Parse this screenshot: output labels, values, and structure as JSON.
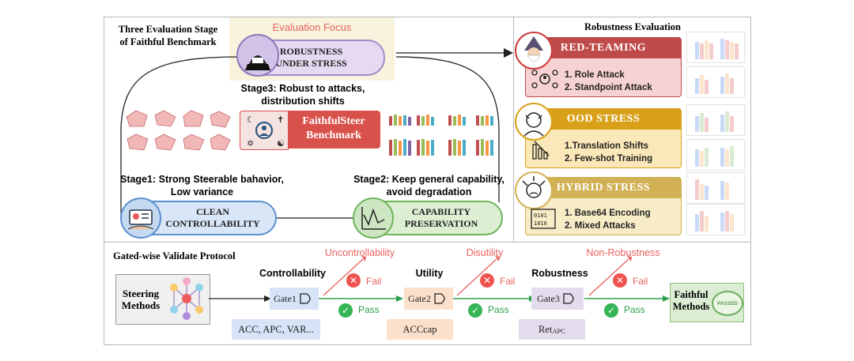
{
  "top_panel": {
    "title_line1": "Three Evaluation Stage",
    "title_line2": "of Faithful Benchmark",
    "focus_label": "Evaluation Focus",
    "robust_pill": [
      "ROBUSTNESS",
      "UNDER STRESS"
    ],
    "stage3": [
      "Stage3: Robust to attacks,",
      "distribution shifts"
    ],
    "benchmark": [
      "FaithfulSteer",
      "Benchmark"
    ],
    "stage1": [
      "Stage1: Strong Steerable bahavior,",
      "Low variance"
    ],
    "stage2": [
      "Stage2: Keep general capability,",
      "avoid degradation"
    ],
    "clean_pill": [
      "CLEAN",
      "CONTROLLABILITY"
    ],
    "capability_pill": [
      "CAPABILITY",
      "PRESERVATION"
    ]
  },
  "robustness_panel": {
    "title": "Robustness Evaluation",
    "cards": [
      {
        "title": "RED-TEAMING",
        "items": [
          "1. Role Attack",
          "2. Standpoint Attack"
        ],
        "head_color": "#bf4a4a",
        "body_color": "#f7d2d2"
      },
      {
        "title": "OOD STRESS",
        "items": [
          "1.Translation Shifts",
          "2. Few-shot Training"
        ],
        "head_color": "#d9a01a",
        "body_color": "#fbe8b8"
      },
      {
        "title": "HYBRID STRESS",
        "items": [
          "1. Base64 Encoding",
          "2. Mixed Attacks"
        ],
        "head_color": "#d1b153",
        "body_color": "#f8ecc6"
      }
    ]
  },
  "protocol": {
    "title": "Gated-wise Validate Protocol",
    "steering": [
      "Steering",
      "Methods"
    ],
    "stages": [
      {
        "heading": "Controllability",
        "gate": "Gate1",
        "metric": "ACC, APC, VAR...",
        "fail_heading": "Uncontrollability",
        "gate_color": "#d7e3f7",
        "metric_color": "#d7e3f7"
      },
      {
        "heading": "Utility",
        "gate": "Gate2",
        "metric": "ACCcap",
        "fail_heading": "Disutility",
        "gate_color": "#fbe0cb",
        "metric_color": "#fbe0cb"
      },
      {
        "heading": "Robustness",
        "gate": "Gate3",
        "metric_main": "Ret",
        "metric_sub": "APC",
        "fail_heading": "Non-Robustness",
        "gate_color": "#e3dcec",
        "metric_color": "#e3dcec"
      }
    ],
    "fail_label": "Fail",
    "pass_label": "Pass",
    "faithful": [
      "Faithful",
      "Methods"
    ],
    "passed_stamp": "PASSED"
  }
}
